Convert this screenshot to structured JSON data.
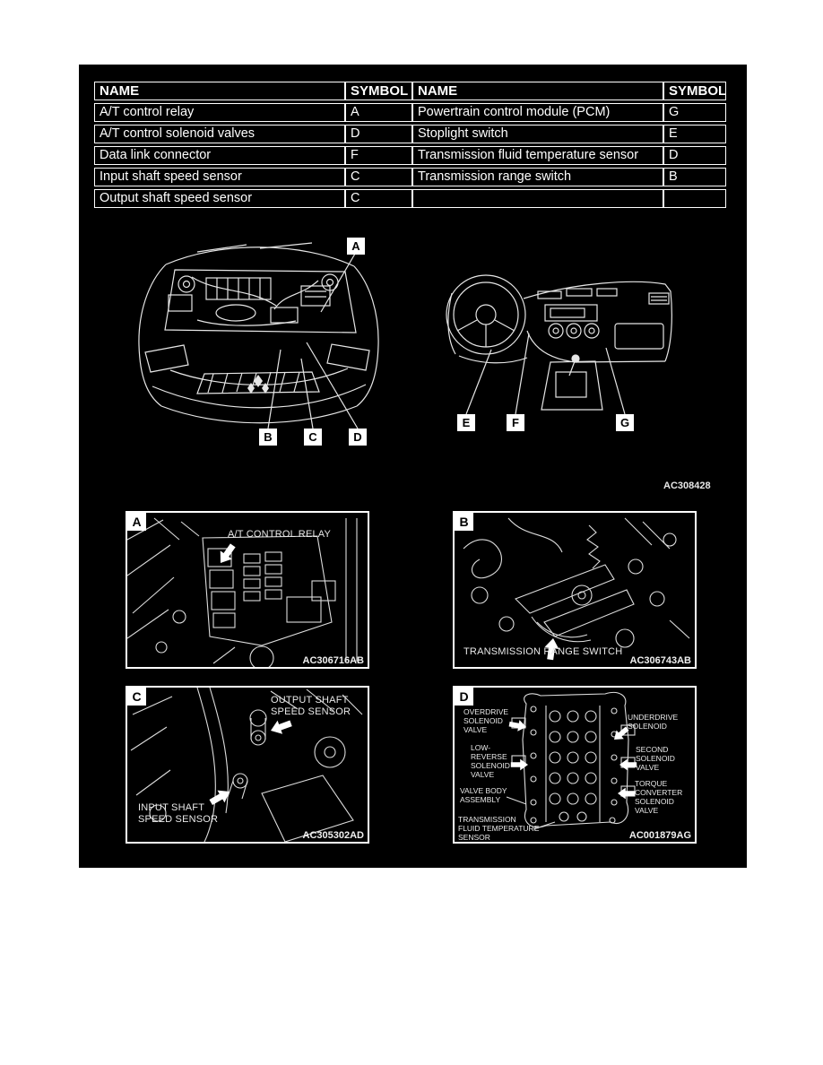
{
  "table": {
    "headers": [
      "NAME",
      "SYMBOL",
      "NAME",
      "SYMBOL"
    ],
    "rows": [
      [
        "A/T control relay",
        "A",
        "Powertrain control module (PCM)",
        "G"
      ],
      [
        "A/T control solenoid valves",
        "D",
        "Stoplight switch",
        "E"
      ],
      [
        "Data link connector",
        "F",
        "Transmission fluid temperature sensor",
        "D"
      ],
      [
        "Input shaft speed sensor",
        "C",
        "Transmission range switch",
        "B"
      ],
      [
        "Output shaft speed sensor",
        "C",
        "",
        ""
      ]
    ]
  },
  "overview": {
    "engine_callouts": [
      "A",
      "B",
      "C",
      "D"
    ],
    "dashboard_callouts": [
      "E",
      "F",
      "G"
    ],
    "figure_code": "AC308428"
  },
  "panels": {
    "a": {
      "letter": "A",
      "label": "A/T CONTROL RELAY",
      "code": "AC306716AB"
    },
    "b": {
      "letter": "B",
      "label": "TRANSMISSION RANGE SWITCH",
      "code": "AC306743AB"
    },
    "c": {
      "letter": "C",
      "output_label": "OUTPUT SHAFT\nSPEED SENSOR",
      "input_label": "INPUT SHAFT\nSPEED SENSOR",
      "code": "AC305302AD"
    },
    "d": {
      "letter": "D",
      "labels_left": {
        "overdrive": "OVERDRIVE\nSOLENOID\nVALVE",
        "low_reverse": "LOW-\nREVERSE\nSOLENOID\nVALVE",
        "valve_body": "VALVE BODY\nASSEMBLY",
        "fluid_temp": "TRANSMISSION\nFLUID TEMPERATURE\nSENSOR"
      },
      "labels_right": {
        "underdrive": "UNDERDRIVE\nSOLENOID",
        "second": "SECOND\nSOLENOID\nVALVE",
        "torque": "TORQUE\nCONVERTER\nSOLENOID\nVALVE"
      },
      "code": "AC001879AG"
    }
  },
  "colors": {
    "page_background": "#ffffff",
    "figure_background": "#000000",
    "line_art": "#e6e6e6",
    "text": "#ffffff"
  }
}
